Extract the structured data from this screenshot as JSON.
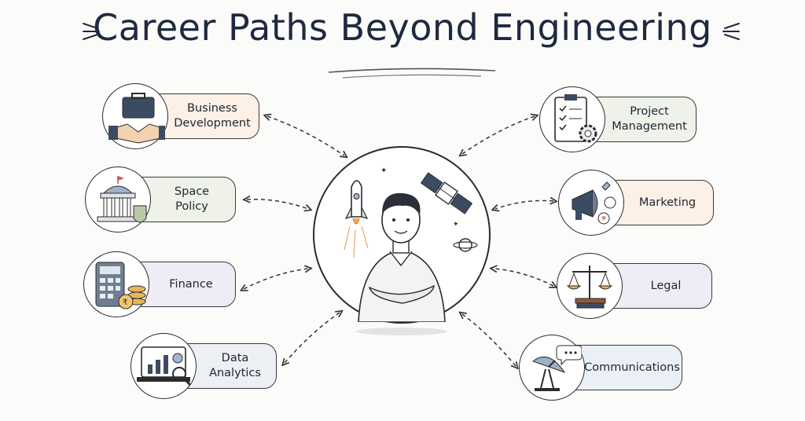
{
  "title": "Career Paths Beyond Engineering",
  "careers": [
    {
      "label": "Business\nDevelopment",
      "icon": "handshake-briefcase-icon",
      "fill": "#fdf0e6"
    },
    {
      "label": "Space\nPolicy",
      "icon": "government-building-icon",
      "fill": "#eef2e8"
    },
    {
      "label": "Finance",
      "icon": "calculator-coins-icon",
      "fill": "#efecf5"
    },
    {
      "label": "Data\nAnalytics",
      "icon": "analytics-chart-icon",
      "fill": "#eceff3"
    },
    {
      "label": "Project\nManagement",
      "icon": "checklist-gear-icon",
      "fill": "#eef2e8"
    },
    {
      "label": "Marketing",
      "icon": "megaphone-icon",
      "fill": "#fdf0e6"
    },
    {
      "label": "Legal",
      "icon": "scales-of-justice-icon",
      "fill": "#efecf5"
    },
    {
      "label": "Communications",
      "icon": "satellite-dish-icon",
      "fill": "#eaf0f5"
    }
  ]
}
